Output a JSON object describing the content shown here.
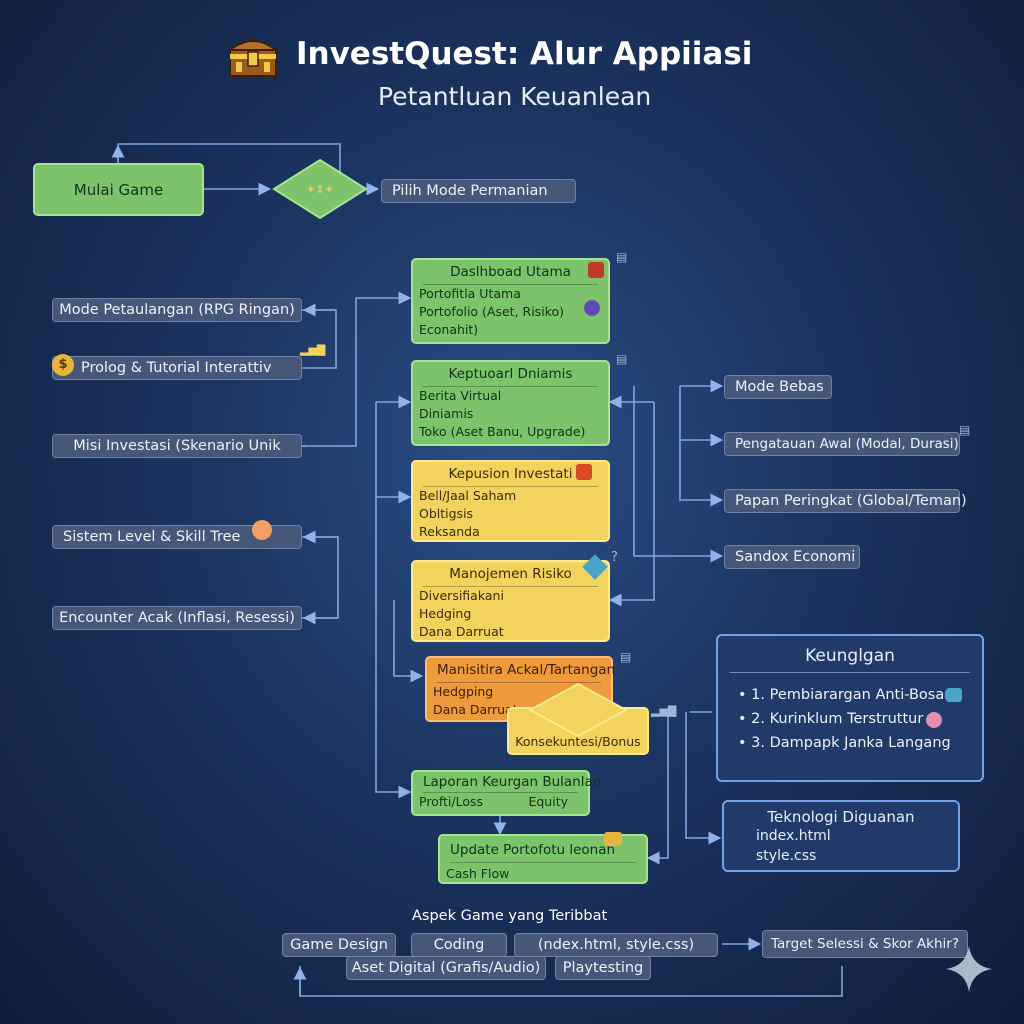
{
  "header": {
    "title": "InvestQuest: Alur Appiiasi",
    "subtitle": "Petantluan Keuanlean"
  },
  "start": {
    "label": "Mulai Game"
  },
  "choose_mode": {
    "label": "Pilih Mode Permanian"
  },
  "left_column": [
    {
      "label": "Mode Petaulangan (RPG Ringan)"
    },
    {
      "label": "Prolog & Tutorial Interattiv"
    },
    {
      "label": "Misi Investasi (Skenario Unik"
    },
    {
      "label": "Sistem Level & Skill Tree"
    },
    {
      "label": "Encounter Acak (Inflasi, Resessi)"
    }
  ],
  "center_column": {
    "dashboard": {
      "title": "Daslhboad Utama",
      "lines": [
        "Portofitla Utama",
        "Portofolio  (Aset, Risiko)",
        "Econahit)"
      ]
    },
    "keputusan_dinamis": {
      "title": "Keptuoarl Dniamis",
      "lines": [
        "Berita Virtual",
        "Diniamis",
        "Toko (Aset Banu, Upgrade)"
      ]
    },
    "keputusan_investasi": {
      "title": "Kepusion Investati",
      "lines": [
        "Bell/Jaal Saham",
        "Obltigsis",
        "Reksanda"
      ]
    },
    "manajemen_risiko": {
      "title": "Manojemen Risiko",
      "lines": [
        "Diversifiakani",
        "Hedging",
        "Dana Darruat"
      ]
    },
    "tantangan": {
      "title": "Manisitira Ackal/Tartangan",
      "lines": [
        "Hedgping",
        "Dana Darruat"
      ]
    },
    "konsekuensi": {
      "label": "Konsekuntesi/Bonus"
    },
    "laporan": {
      "title": "Laporan Keurgan Bulanlan",
      "left": "Profti/Loss",
      "right": "Equity"
    },
    "update": {
      "title": "Update Portofotu leonah",
      "line": "Cash Flow"
    }
  },
  "right_column": [
    {
      "label": "Mode Bebas"
    },
    {
      "label": "Pengatauan Awal (Modal, Durasi)"
    },
    {
      "label": "Papan Peringkat (Global/Teman)"
    },
    {
      "label": "Sandox Economi"
    }
  ],
  "keunggulan": {
    "title": "Keunglgan",
    "items": [
      "• 1. Pembiarargan Anti-Bosan",
      "• 2. Kurinklum Terstruttur",
      "• 3. Dampapk Janka Langang"
    ]
  },
  "teknologi": {
    "title": "Teknologi Diguanan",
    "items": [
      "index.html",
      "style.css"
    ]
  },
  "aspek": {
    "title": "Aspek Game yang Teribbat",
    "row1": [
      "Game Design",
      "Coding",
      "(ndex.html, style.css)"
    ],
    "row2": [
      "Aset Digital (Grafis/Audio)",
      "Playtesting"
    ],
    "target": "Target Selessi & Skor Akhir?"
  },
  "colors": {
    "background": "#1b335f",
    "green": "#7cc36b",
    "yellow": "#f2d35d",
    "orange": "#ef9a3c",
    "line": "#7fa6e0",
    "pill": "#46577a"
  }
}
